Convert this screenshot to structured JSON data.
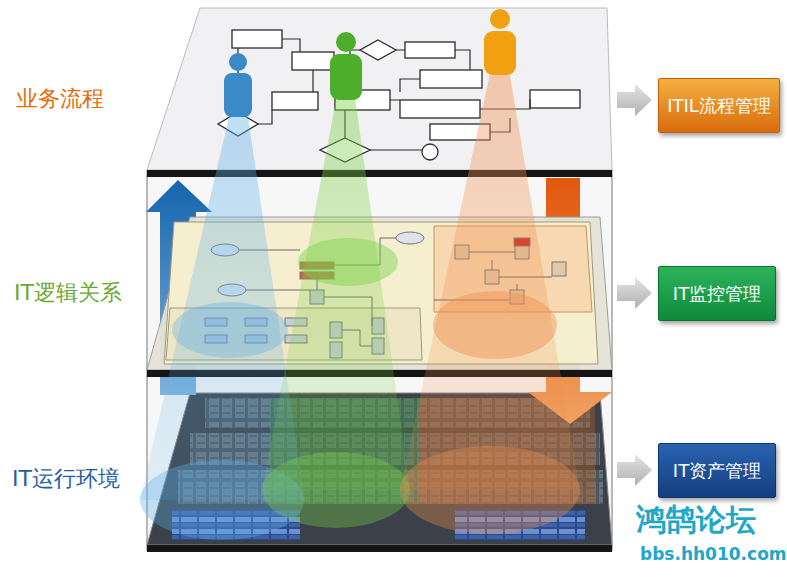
{
  "diagram": {
    "nodes": [
      {
        "text": [
          "ITIL流程管理"
        ]
      },
      {
        "text": [
          "IT监控管理"
        ]
      },
      {
        "text": [
          "IT资产管理"
        ]
      }
    ],
    "labels": [
      "业务流程",
      "IT逻辑关系",
      "IT运行环境",
      "鸿鹄论坛",
      "bbs.hh010.com"
    ]
  }
}
